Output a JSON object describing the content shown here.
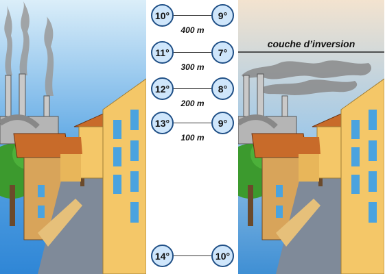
{
  "inversion_label": "couche d’inversion",
  "rows": [
    {
      "altitude": "400 m",
      "temp_left": "10°",
      "temp_right": "9°"
    },
    {
      "altitude": "300 m",
      "temp_left": "11°",
      "temp_right": "7°"
    },
    {
      "altitude": "200 m",
      "temp_left": "12°",
      "temp_right": "8°"
    },
    {
      "altitude": "100 m",
      "temp_left": "13°",
      "temp_right": "9°"
    },
    {
      "altitude": "",
      "temp_left": "14°",
      "temp_right": "10°"
    }
  ],
  "colors": {
    "sky_clear": "#2f86d6",
    "sky_inversion": "#f3e3cf",
    "smoke": "#8a8a8a",
    "building_yellow": "#f4c768",
    "roof_orange": "#c86b2a",
    "road": "#7f8a99",
    "tree_green": "#3c9a2e",
    "circle_fill": "#cfe6fb",
    "circle_border": "#1f4f86"
  }
}
